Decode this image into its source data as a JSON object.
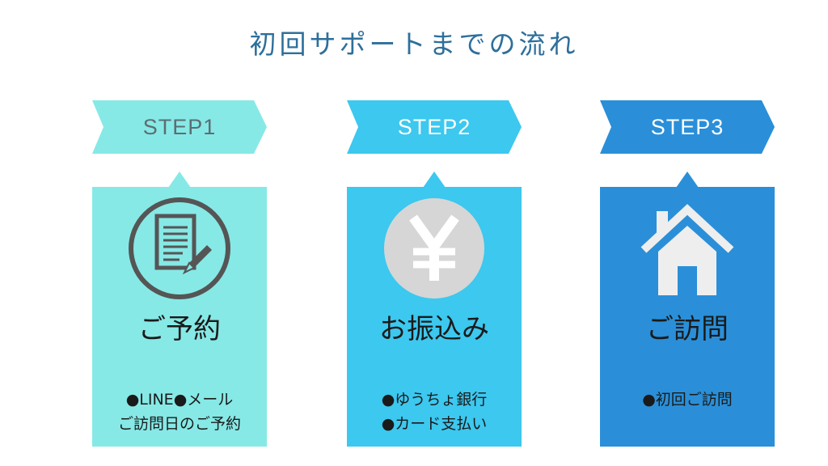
{
  "title": "初回サポートまでの流れ",
  "colors": {
    "step1": "#86e9e6",
    "step2": "#3cc8ef",
    "step3": "#2a8fd8",
    "title": "#2e6f9b",
    "step1_text": "#5d6d72",
    "step23_text": "#ffffff"
  },
  "steps": [
    {
      "label": "STEP1",
      "heading": "ご予約",
      "icon": "document-pen-icon",
      "desc": [
        "●LINE●メール",
        "ご訪問日のご予約"
      ]
    },
    {
      "label": "STEP2",
      "heading": "お振込み",
      "icon": "yen-coin-icon",
      "desc": [
        "●ゆうちょ銀行",
        "●カード支払い"
      ]
    },
    {
      "label": "STEP3",
      "heading": "ご訪問",
      "icon": "house-icon",
      "desc": [
        "●初回ご訪問"
      ]
    }
  ]
}
